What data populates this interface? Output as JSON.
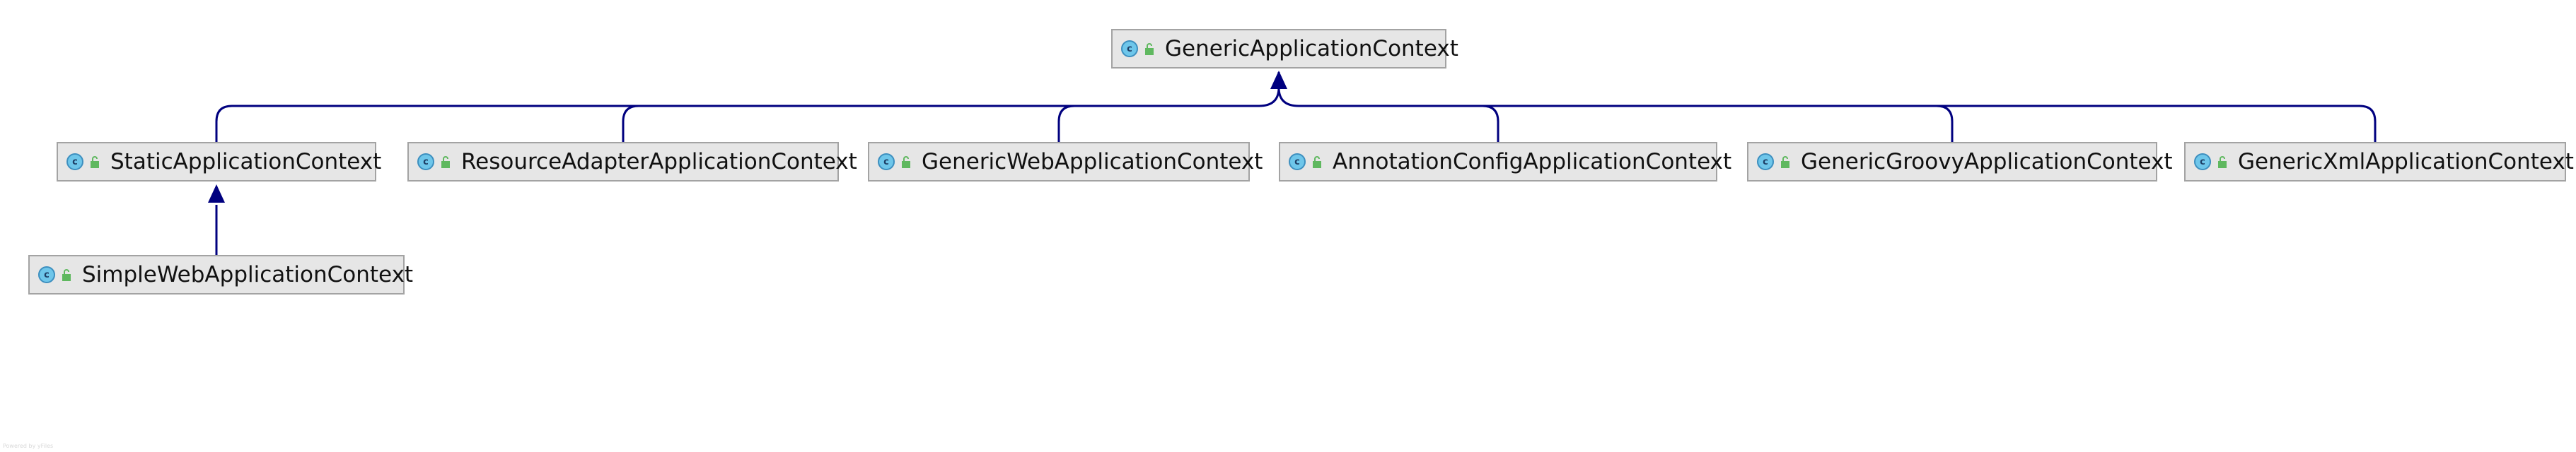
{
  "diagram": {
    "nodes": [
      {
        "id": "generic",
        "label": "GenericApplicationContext",
        "icon": "class-icon",
        "icon_letter": "c",
        "visibility_icon": "public-lock-icon"
      },
      {
        "id": "static",
        "label": "StaticApplicationContext",
        "icon": "class-icon",
        "icon_letter": "c",
        "visibility_icon": "public-lock-icon"
      },
      {
        "id": "resource",
        "label": "ResourceAdapterApplicationContext",
        "icon": "class-icon",
        "icon_letter": "c",
        "visibility_icon": "public-lock-icon"
      },
      {
        "id": "genericweb",
        "label": "GenericWebApplicationContext",
        "icon": "class-icon",
        "icon_letter": "c",
        "visibility_icon": "public-lock-icon"
      },
      {
        "id": "annotation",
        "label": "AnnotationConfigApplicationContext",
        "icon": "class-icon",
        "icon_letter": "c",
        "visibility_icon": "public-lock-icon"
      },
      {
        "id": "groovy",
        "label": "GenericGroovyApplicationContext",
        "icon": "class-icon",
        "icon_letter": "c",
        "visibility_icon": "public-lock-icon"
      },
      {
        "id": "xml",
        "label": "GenericXmlApplicationContext",
        "icon": "class-icon",
        "icon_letter": "c",
        "visibility_icon": "public-lock-icon"
      },
      {
        "id": "simpleweb",
        "label": "SimpleWebApplicationContext",
        "icon": "class-icon",
        "icon_letter": "c",
        "visibility_icon": "public-lock-icon"
      }
    ],
    "edges": [
      {
        "from": "static",
        "to": "generic",
        "type": "extends"
      },
      {
        "from": "resource",
        "to": "generic",
        "type": "extends"
      },
      {
        "from": "genericweb",
        "to": "generic",
        "type": "extends"
      },
      {
        "from": "annotation",
        "to": "generic",
        "type": "extends"
      },
      {
        "from": "groovy",
        "to": "generic",
        "type": "extends"
      },
      {
        "from": "xml",
        "to": "generic",
        "type": "extends"
      },
      {
        "from": "simpleweb",
        "to": "static",
        "type": "extends"
      }
    ],
    "colors": {
      "edge": "#00007f",
      "node_fill": "#e6e6e6",
      "node_border": "#a3a3a3",
      "class_icon": "#6ec6ea",
      "lock_icon": "#5fb85f"
    }
  },
  "watermark": "Powered by yFiles"
}
